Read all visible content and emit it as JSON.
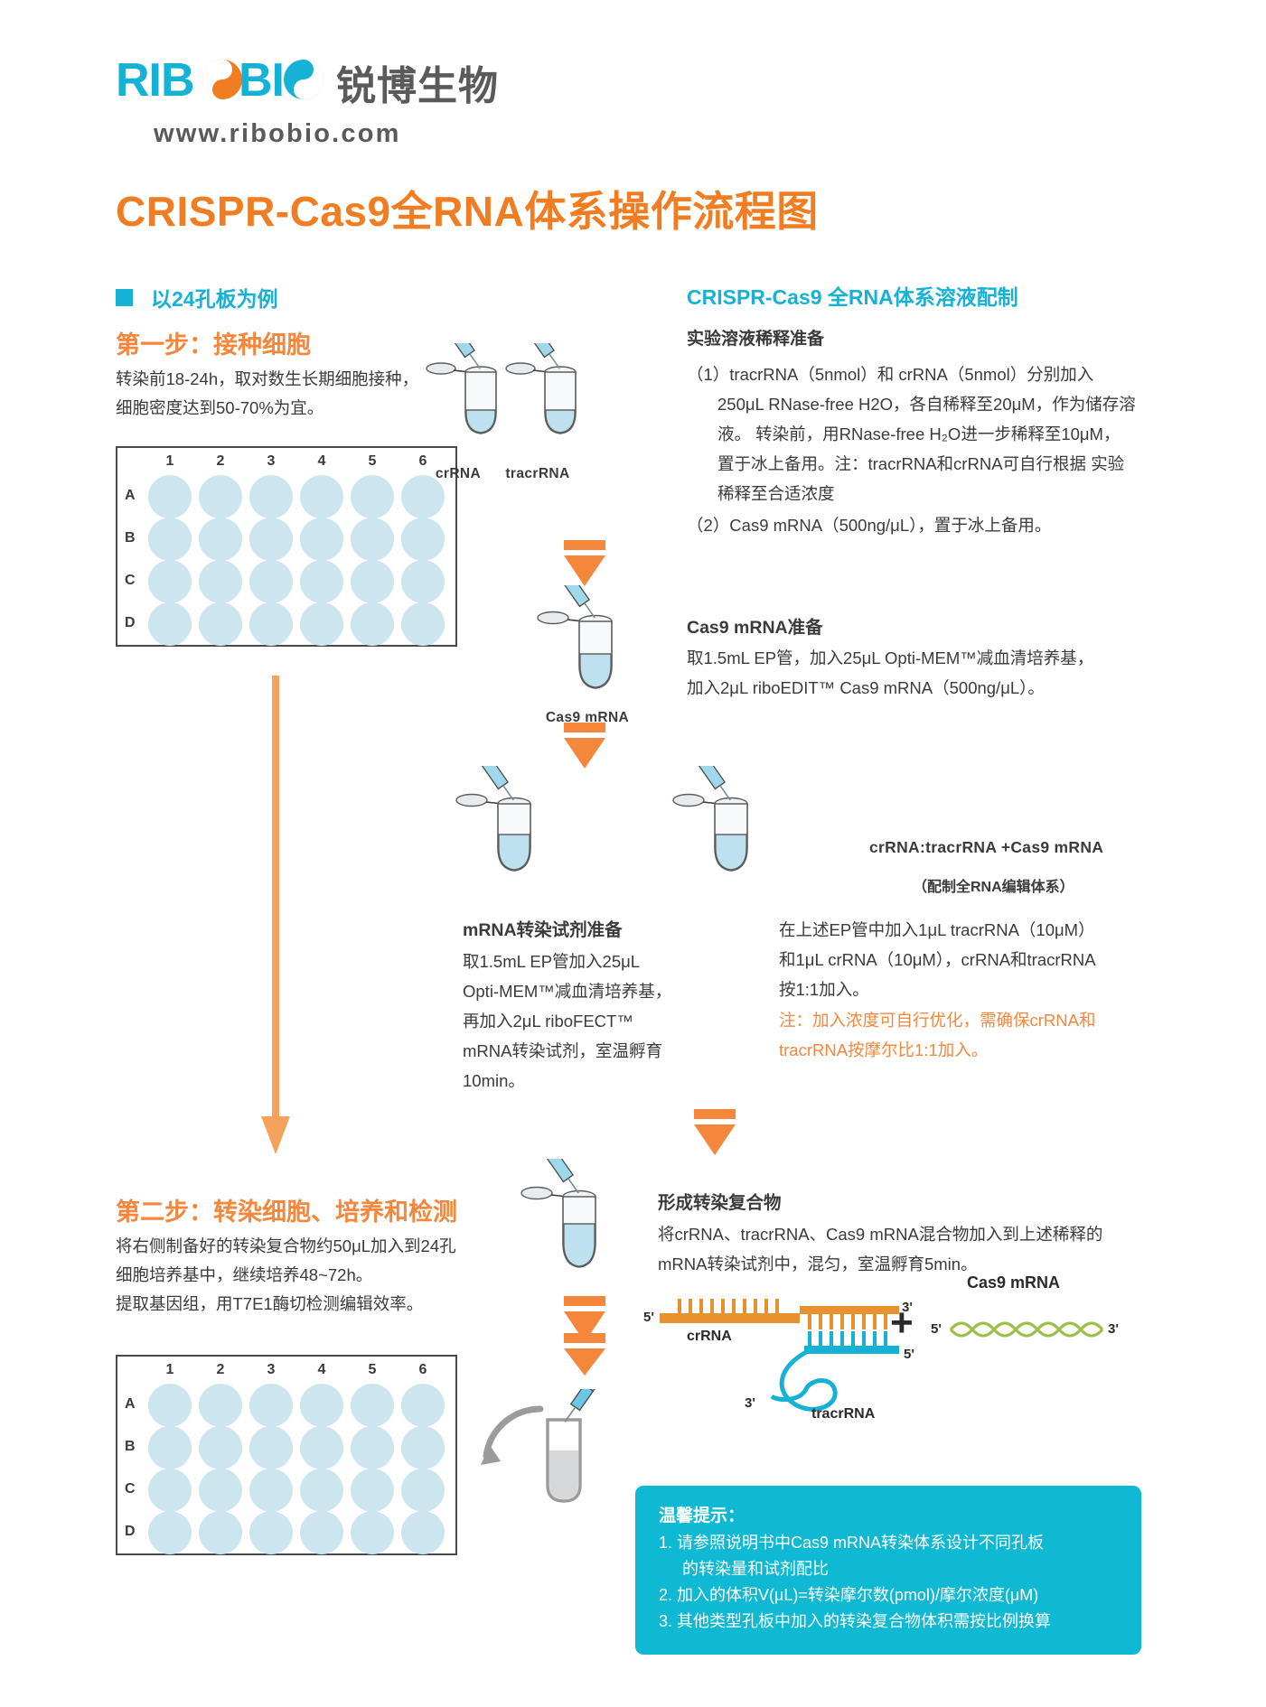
{
  "brand": {
    "logo_text": "RIBOBIO",
    "logo_cn": "锐博生物",
    "url": "www.ribobio.com",
    "accent_orange": "#f07d22",
    "accent_cyan": "#16b2d6"
  },
  "title": "CRISPR-Cas9全RNA体系操作流程图",
  "left": {
    "bullet_label": "以24孔板为例",
    "step1_heading": "第一步：接种细胞",
    "step1_body_line1": "转染前18-24h，取对数生长期细胞接种，",
    "step1_body_line2": "细胞密度达到50-70%为宜。",
    "step2_heading": "第二步：转染细胞、培养和检测",
    "step2_body_line1": "将右侧制备好的转染复合物约50μL加入到24孔",
    "step2_body_line2": "细胞培养基中，继续培养48~72h。",
    "step2_body_line3": "提取基因组，用T7E1酶切检测编辑效率。",
    "plate_columns": [
      "1",
      "2",
      "3",
      "4",
      "5",
      "6"
    ],
    "plate_rows": [
      "A",
      "B",
      "C",
      "D"
    ]
  },
  "right": {
    "section_title": "CRISPR-Cas9 全RNA体系溶液配制",
    "sub_heading": "实验溶液稀释准备",
    "item1_l1": "（1）tracrRNA（5nmol）和 crRNA（5nmol）分别加入250μL",
    "item1_l2": "RNase-free H2O，各自稀释至20μM，作为储存溶液。",
    "item1_l3": "转染前，用RNase-free H₂O进一步稀释至10μM，",
    "item1_l4": "置于冰上备用。注：tracrRNA和crRNA可自行根据",
    "item1_l5": "实验稀释至合适浓度",
    "item2": "（2）Cas9 mRNA（500ng/μL），置于冰上备用。"
  },
  "tubes": {
    "crrna_label": "crRNA",
    "tracrrna_label": "tracrRNA",
    "cas9_mrna_label": "Cas9 mRNA"
  },
  "blocks": {
    "cas9_prep_head": "Cas9 mRNA准备",
    "cas9_prep_l1": "取1.5mL EP管，加入25μL Opti-MEM™减血清培养基，",
    "cas9_prep_l2": "加入2μL riboEDIT™ Cas9 mRNA（500ng/μL）。",
    "mrna_reagent_head": "mRNA转染试剂准备",
    "mrna_reagent_l1": "取1.5mL EP管加入25μL",
    "mrna_reagent_l2": "Opti-MEM™减血清培养基，",
    "mrna_reagent_l3": "再加入2μL riboFECT™",
    "mrna_reagent_l4": "mRNA转染试剂，室温孵育",
    "mrna_reagent_l5": "10min。",
    "mix_label": "crRNA:tracrRNA +Cas9 mRNA",
    "mix_sub": "（配制全RNA编辑体系）",
    "mix_l1": "在上述EP管中加入1μL tracrRNA（10μM）",
    "mix_l2": "和1μL crRNA（10μM），crRNA和tracrRNA",
    "mix_l3": "按1:1加入。",
    "mix_note1": "注：加入浓度可自行优化，需确保crRNA和",
    "mix_note2": "tracrRNA按摩尔比1:1加入。",
    "complex_head": "形成转染复合物",
    "complex_l1": "将crRNA、tracrRNA、Cas9 mRNA混合物加入到上述稀释的",
    "complex_l2": "mRNA转染试剂中，混匀，室温孵育5min。"
  },
  "rna_diagram": {
    "crrna_name": "crRNA",
    "tracrrna_name": "tracrRNA",
    "cas9_name": "Cas9 mRNA",
    "five_prime": "5'",
    "three_prime": "3'",
    "plus": "+",
    "crrna_color": "#e8912f",
    "tracrrna_color": "#16b2d6",
    "cas9_color": "#9ac04a"
  },
  "tips": {
    "title": "温馨提示：",
    "item1_a": "1. 请参照说明书中Cas9 mRNA转染体系设计不同孔板",
    "item1_b": "的转染量和试剂配比",
    "item2": "2. 加入的体积V(μL)=转染摩尔数(pmol)/摩尔浓度(μM)",
    "item3": "3. 其他类型孔板中加入的转染复合物体积需按比例换算"
  }
}
